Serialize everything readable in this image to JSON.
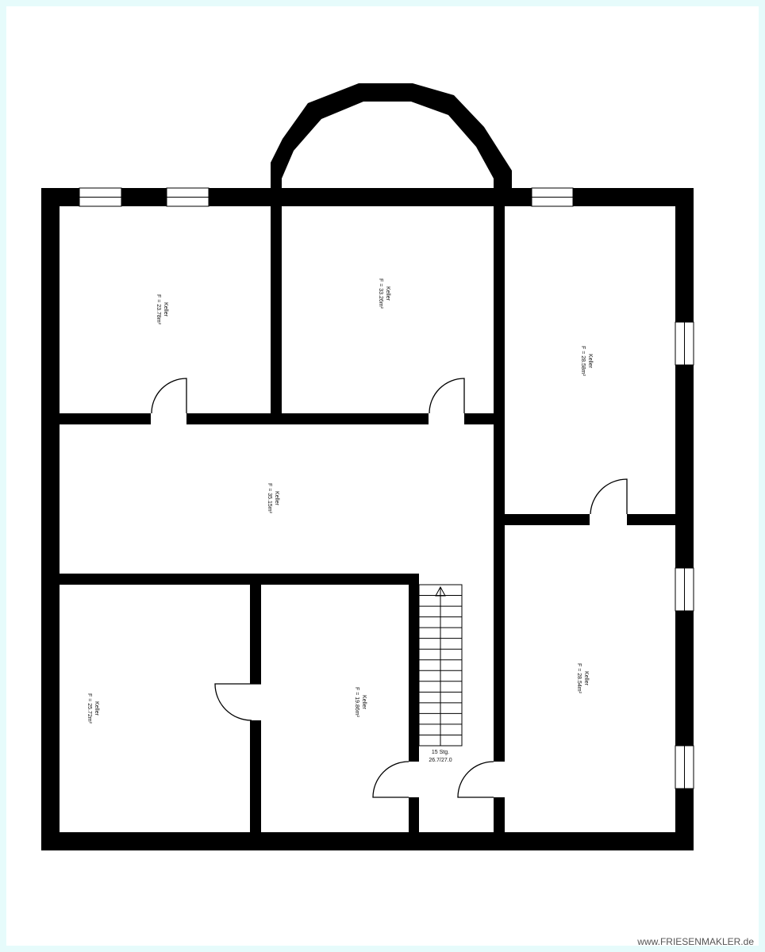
{
  "rooms": [
    {
      "name": "Keller",
      "area": "F = 23.78m²"
    },
    {
      "name": "Keller",
      "area": "F = 33.26m²"
    },
    {
      "name": "Keller",
      "area": "F = 28.58m²"
    },
    {
      "name": "Keller",
      "area": "F = 35.15m²"
    },
    {
      "name": "Keller",
      "area": "F = 25.72m²"
    },
    {
      "name": "Keller",
      "area": "F = 19.86m²"
    },
    {
      "name": "Keller",
      "area": "F = 28.54m²"
    }
  ],
  "stairs": {
    "steps": "15 Stg.",
    "dimensions": "26.7/27.0",
    "step_count": 15
  },
  "watermark": "www.FRIESENMAKLER.de"
}
